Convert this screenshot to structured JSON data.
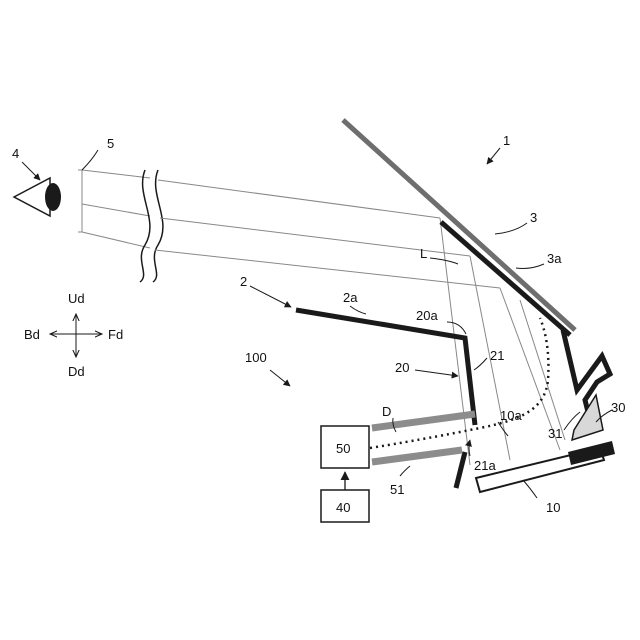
{
  "labels": {
    "eye": "4",
    "eyebox": "5",
    "vehicle": "1",
    "windshield": "3",
    "windshield_surface": "3a",
    "light_path": "L",
    "dashboard": "2",
    "dashboard_surface": "2a",
    "cover": "20",
    "cover_edge": "20a",
    "opening": "21",
    "opening_edge": "21a",
    "hud_device": "100",
    "unit_50": "50",
    "unit_40": "40",
    "cable": "51",
    "dimension": "D",
    "display": "10",
    "display_surface": "10a",
    "mirror": "30",
    "mirror_part": "31"
  },
  "direction_labels": {
    "up": "Ud",
    "down": "Dd",
    "back": "Bd",
    "front": "Fd"
  },
  "colors": {
    "line": "#1a1a1a",
    "thin_line": "#888888",
    "windshield_gray": "#6e6e6e",
    "cable_gray": "#8c8c8c"
  }
}
